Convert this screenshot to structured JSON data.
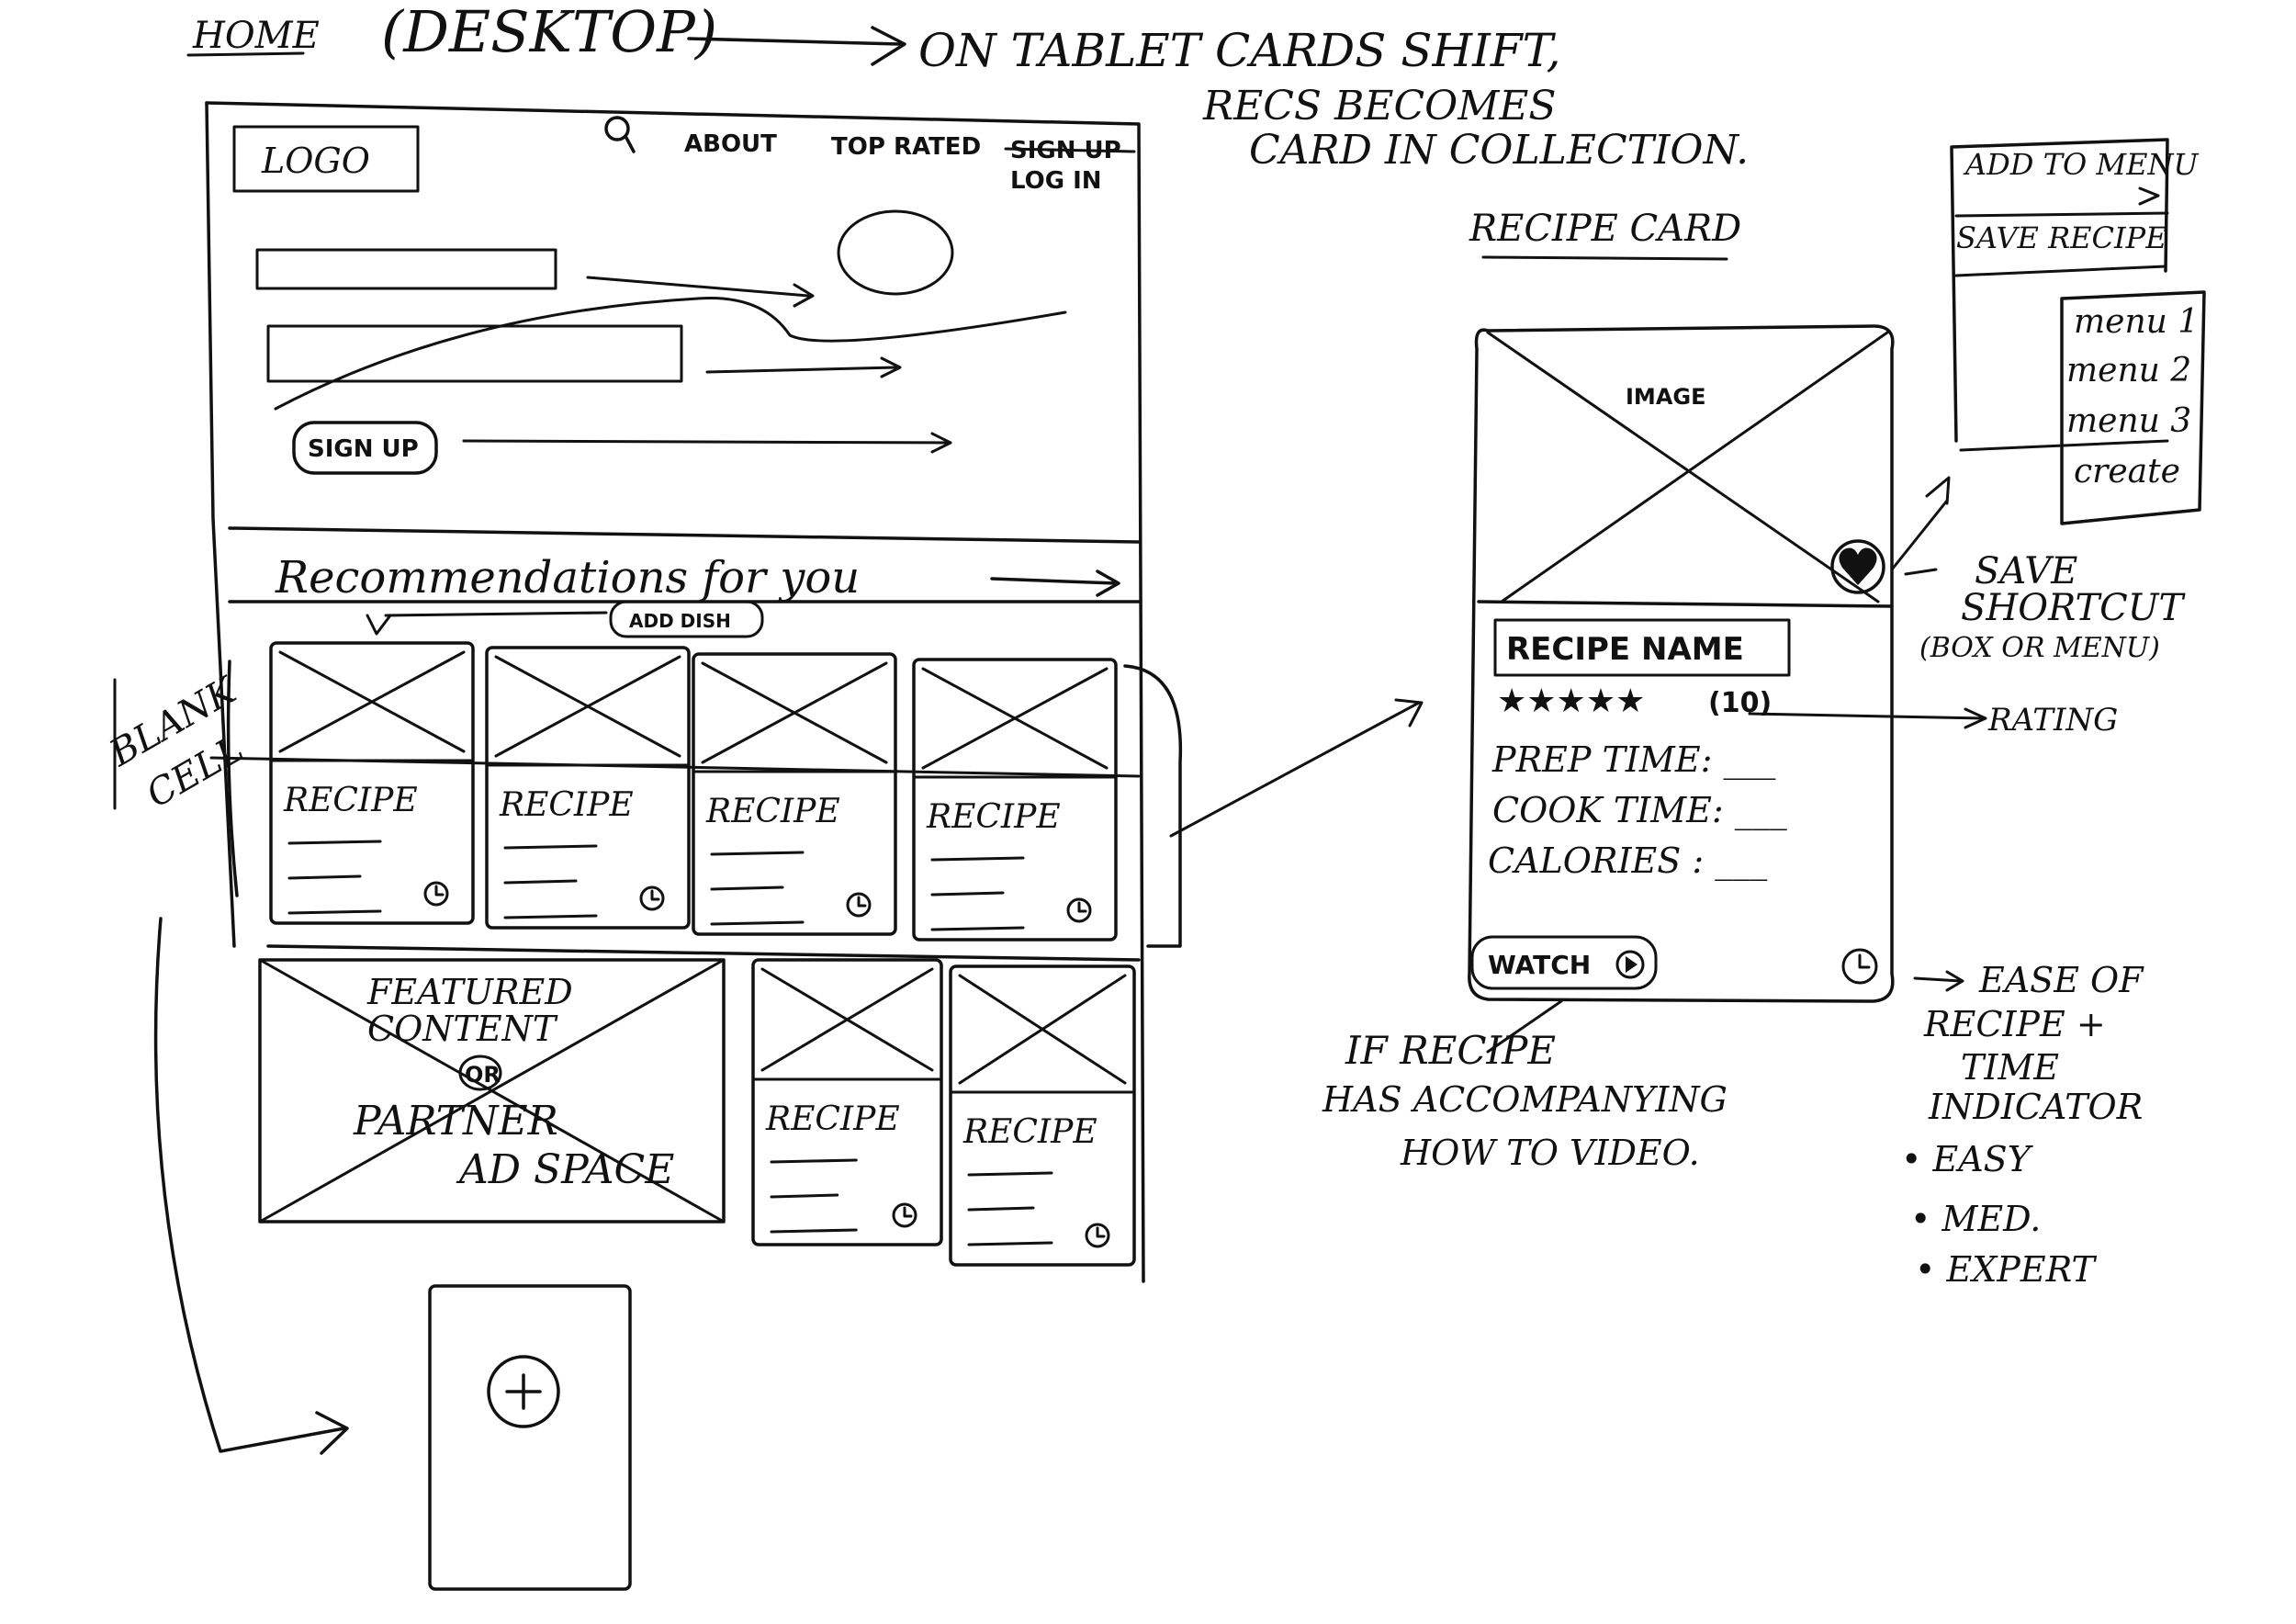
{
  "header": {
    "home": "HOME",
    "desktop": "(DESKTOP)",
    "tablet_note": [
      "ON TABLET CARDS SHIFT,",
      "RECS BECOMES",
      "CARD IN COLLECTION."
    ]
  },
  "wireframe": {
    "logo": "LOGO",
    "nav": {
      "search_icon": "search-icon",
      "about": "ABOUT",
      "top_rated": "TOP RATED",
      "sign_up": "SIGN UP",
      "log_in": "LOG IN"
    },
    "signup_button": "SIGN UP",
    "recommendations_title": "Recommendations for you",
    "add_dish": "ADD DISH",
    "blank_cell": [
      "BLANK",
      "CELL"
    ],
    "recipe_label": "RECIPE",
    "featured": [
      "FEATURED",
      "CONTENT",
      "OR",
      "PARTNER",
      "AD SPACE"
    ],
    "add_icon": "plus-icon"
  },
  "recipe_card": {
    "title": "RECIPE CARD",
    "image": "IMAGE",
    "name": "RECIPE NAME",
    "stars": "★★★★★",
    "rating_count": "(10)",
    "prep": "PREP TIME: ___",
    "cook": "COOK TIME: ___",
    "calories": "CALORIES : ___",
    "watch": "WATCH"
  },
  "annotations": {
    "rating": "RATING",
    "save_shortcut": [
      "SAVE",
      "SHORTCUT",
      "(BOX OR MENU)"
    ],
    "video": [
      "IF RECIPE",
      "HAS ACCOMPANYING",
      "HOW TO VIDEO."
    ],
    "ease": [
      "EASE OF",
      "RECIPE +",
      "TIME",
      "INDICATOR"
    ],
    "levels": [
      "• EASY",
      "• MED.",
      "• EXPERT"
    ]
  },
  "menu_popup": {
    "add_to_menu": "ADD TO MENU",
    "save_recipe": "SAVE RECIPE",
    "items": [
      "menu 1",
      "menu 2",
      "menu 3",
      "create"
    ]
  }
}
